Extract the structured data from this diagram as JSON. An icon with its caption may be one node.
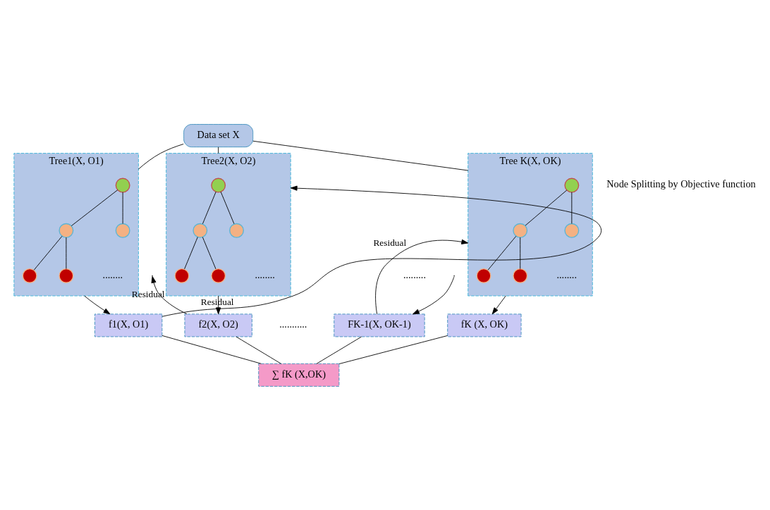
{
  "diagram": {
    "nodes": [
      {
        "text": [
          "Data set X"
        ]
      },
      {
        "text": [
          "Tree1(X, O1)"
        ]
      },
      {
        "text": [],
        "shape": "circle",
        "in": 1
      },
      {
        "text": [],
        "shape": "circle",
        "in": 1
      },
      {
        "text": [],
        "shape": "circle",
        "in": 1
      },
      {
        "text": [],
        "shape": "circle",
        "in": 1
      },
      {
        "text": [],
        "shape": "circle",
        "in": 1
      },
      {
        "text": [
          "Tree2(X, O2)"
        ]
      },
      {
        "text": [],
        "shape": "circle",
        "in": 7
      },
      {
        "text": [],
        "shape": "circle",
        "in": 7
      },
      {
        "text": [],
        "shape": "circle",
        "in": 7
      },
      {
        "text": [],
        "shape": "circle",
        "in": 7
      },
      {
        "text": [],
        "shape": "circle",
        "in": 7
      },
      {
        "text": [
          "Tree K(X, OK)"
        ]
      },
      {
        "text": [],
        "shape": "circle",
        "in": 13
      },
      {
        "text": [],
        "shape": "circle",
        "in": 13
      },
      {
        "text": [],
        "shape": "circle",
        "in": 13
      },
      {
        "text": [],
        "shape": "circle",
        "in": 13
      },
      {
        "text": [],
        "shape": "circle",
        "in": 13
      },
      {
        "text": [
          "f1(X, O1)"
        ]
      },
      {
        "text": [
          "f2(X, O2)"
        ]
      },
      {
        "text": [
          "FK-1(X, OK-1)"
        ]
      },
      {
        "text": [
          "fK (X, OK)"
        ]
      },
      {
        "text": [
          "∑ fK (X,OK)"
        ]
      }
    ],
    "edges": [
      {
        "from": 0,
        "to": 1,
        "arrow": "none"
      },
      {
        "from": 0,
        "to": 7,
        "arrow": "none"
      },
      {
        "from": 0,
        "to": 13,
        "arrow": "none"
      },
      {
        "from": 2,
        "to": 3,
        "arrow": "none"
      },
      {
        "from": 2,
        "to": 4,
        "arrow": "none"
      },
      {
        "from": 3,
        "to": 5,
        "arrow": "none"
      },
      {
        "from": 3,
        "to": 6,
        "arrow": "none"
      },
      {
        "from": 8,
        "to": 9,
        "arrow": "none"
      },
      {
        "from": 8,
        "to": 10,
        "arrow": "none"
      },
      {
        "from": 9,
        "to": 11,
        "arrow": "none"
      },
      {
        "from": 9,
        "to": 12,
        "arrow": "none"
      },
      {
        "from": 14,
        "to": 15,
        "arrow": "none"
      },
      {
        "from": 14,
        "to": 16,
        "arrow": "none"
      },
      {
        "from": 15,
        "to": 17,
        "arrow": "none"
      },
      {
        "from": 15,
        "to": 18,
        "arrow": "none"
      },
      {
        "from": 1,
        "to": 19,
        "arrow": "to"
      },
      {
        "from": 19,
        "to": 7,
        "arrow": "to",
        "label": "Residual"
      },
      {
        "from": 7,
        "to": 20,
        "arrow": "to"
      },
      {
        "from": 20,
        "to": null,
        "arrow": "to",
        "label": "Residual"
      },
      {
        "from": null,
        "to": 21,
        "arrow": "to"
      },
      {
        "from": 21,
        "to": 13,
        "arrow": "to",
        "label": "Residual"
      },
      {
        "from": 13,
        "to": 22,
        "arrow": "to"
      },
      {
        "from": 19,
        "to": 23,
        "arrow": "none"
      },
      {
        "from": 20,
        "to": 23,
        "arrow": "none"
      },
      {
        "from": 21,
        "to": 23,
        "arrow": "none"
      },
      {
        "from": 22,
        "to": 23,
        "arrow": "none"
      }
    ],
    "labels": [
      "Node Splitting by Objective function",
      "........",
      "........",
      ".........",
      "........",
      "..........."
    ]
  }
}
